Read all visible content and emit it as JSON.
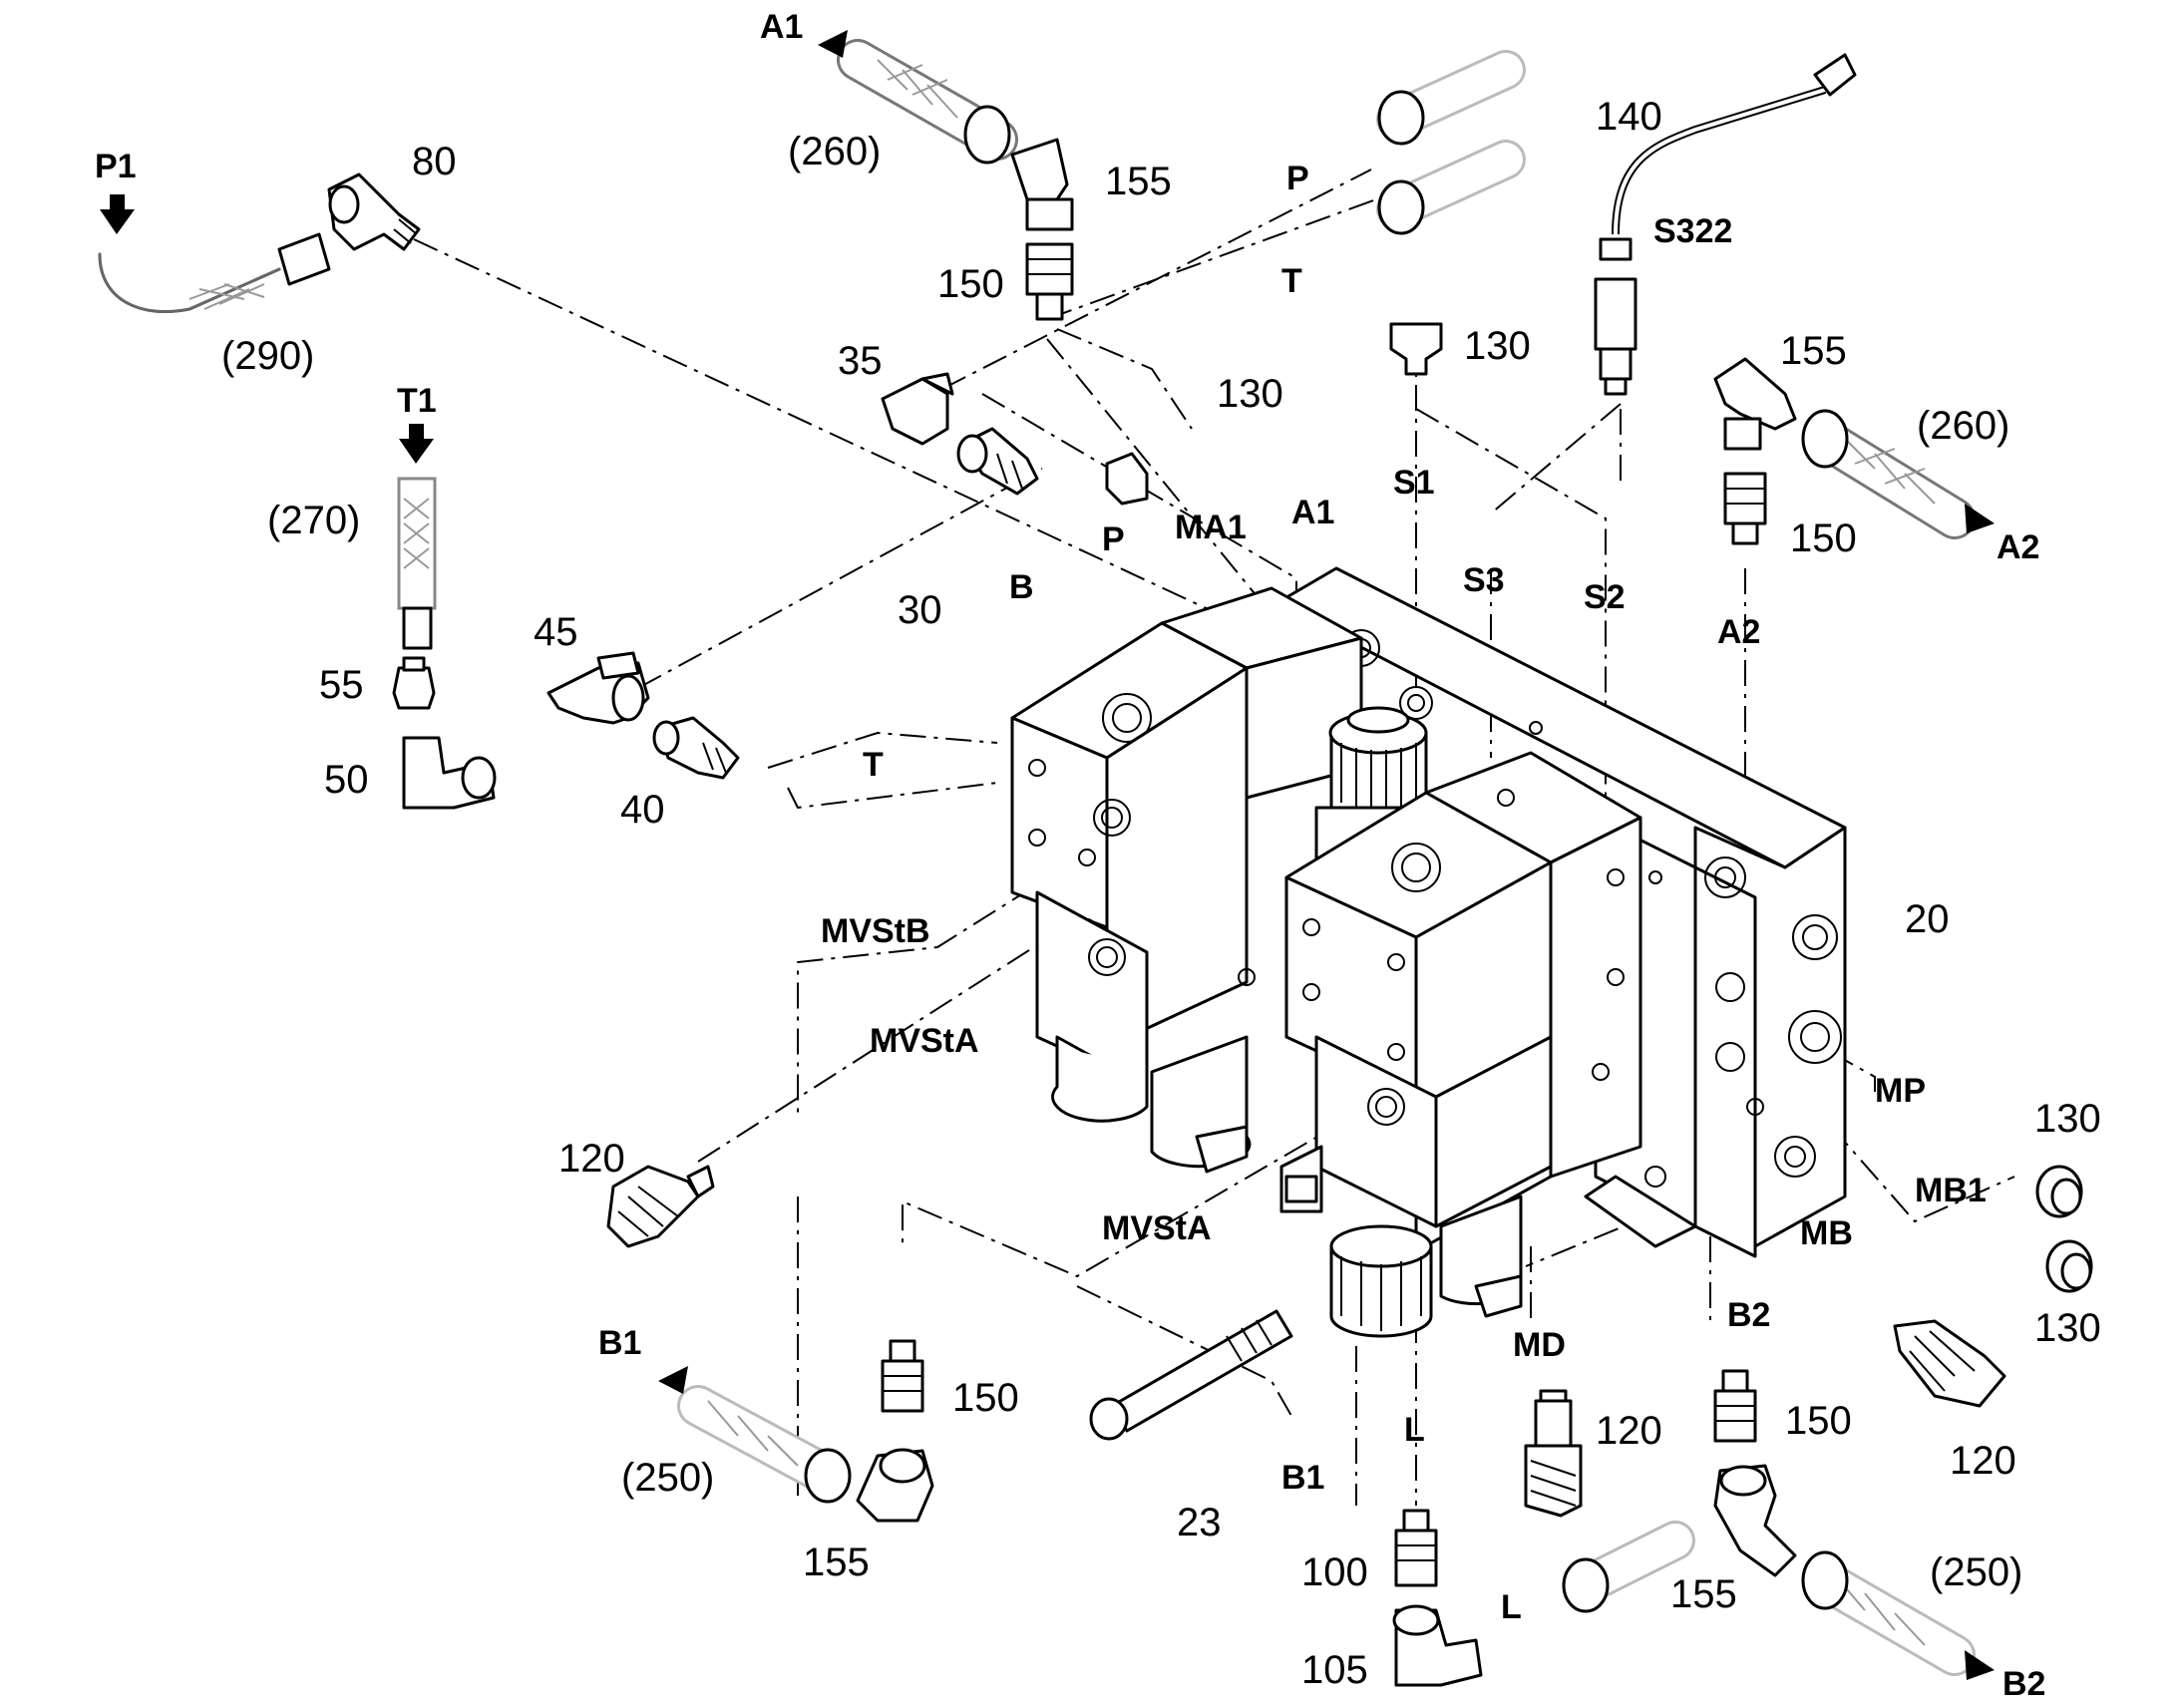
{
  "callouts": {
    "n80": "80",
    "n260a": "(260)",
    "n155a": "155",
    "n150a": "150",
    "n140": "140",
    "n290": "(290)",
    "n35": "35",
    "n130a": "130",
    "n130b": "130",
    "n155b": "155",
    "n260b": "(260)",
    "n150b": "150",
    "n270": "(270)",
    "n30": "30",
    "n45": "45",
    "n55": "55",
    "n50": "50",
    "n40": "40",
    "n20": "20",
    "n130c": "130",
    "n120a": "120",
    "n130d": "130",
    "n150c": "150",
    "n250a": "(250)",
    "n155c": "155",
    "n23": "23",
    "n100": "100",
    "n105": "105",
    "n120b": "120",
    "n150d": "150",
    "n120c": "120",
    "n155d": "155",
    "n250b": "(250)"
  },
  "ports": {
    "A1_top": "A1",
    "P1": "P1",
    "P_upper": "P",
    "T_upper": "T",
    "S322": "S322",
    "T1": "T1",
    "MA1": "MA1",
    "A1_mid": "A1",
    "S1": "S1",
    "S3": "S3",
    "S2": "S2",
    "P_mid": "P",
    "A2_right": "A2",
    "A2_mid": "A2",
    "B": "B",
    "T_mid": "T",
    "MVStB": "MVStB",
    "MVStA_left": "MVStA",
    "MP": "MP",
    "MB1": "MB1",
    "MB": "MB",
    "MVStA_front": "MVStA",
    "B2_mid": "B2",
    "MD": "MD",
    "B1_left": "B1",
    "L_mid": "L",
    "B1_bottom": "B1",
    "L_bottom": "L",
    "B2_bottom": "B2"
  }
}
